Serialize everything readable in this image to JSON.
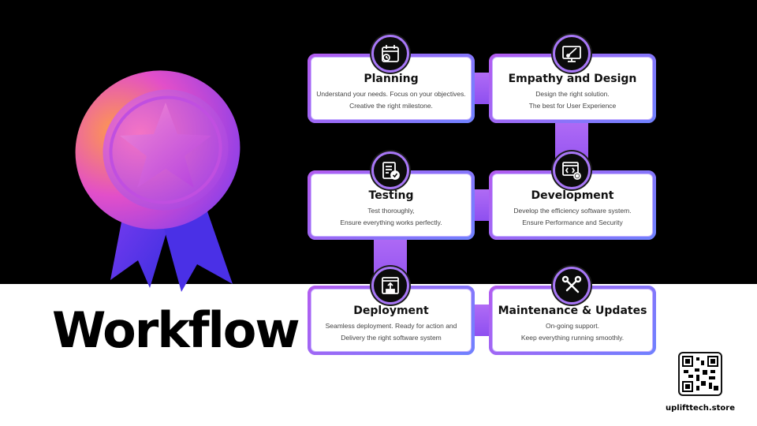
{
  "title": "Workflow",
  "steps": [
    {
      "title": "Planning",
      "desc1": "Understand your needs. Focus on your objectives.",
      "desc2": "Creative the right milestone.",
      "icon": "calendar-icon"
    },
    {
      "title": "Empathy and Design",
      "desc1": "Design the right solution.",
      "desc2": "The best for User Experience",
      "icon": "design-monitor-icon"
    },
    {
      "title": "Testing",
      "desc1": "Test thoroughly,",
      "desc2": "Ensure everything works perfectly.",
      "icon": "checklist-icon"
    },
    {
      "title": "Development",
      "desc1": "Develop the efficiency software system.",
      "desc2": "Ensure Performance and Security",
      "icon": "code-gear-icon"
    },
    {
      "title": "Deployment",
      "desc1": "Seamless deployment. Ready for action and",
      "desc2": "Delivery the right software system",
      "icon": "upload-code-icon"
    },
    {
      "title": "Maintenance & Updates",
      "desc1": "On-going support.",
      "desc2": "Keep everything running smoothly.",
      "icon": "tools-icon"
    }
  ],
  "footer": {
    "url": "uplifttech.store"
  },
  "colors": {
    "accent": "#9f6af7",
    "accent_blue": "#6f82ff",
    "dark": "#000000"
  }
}
